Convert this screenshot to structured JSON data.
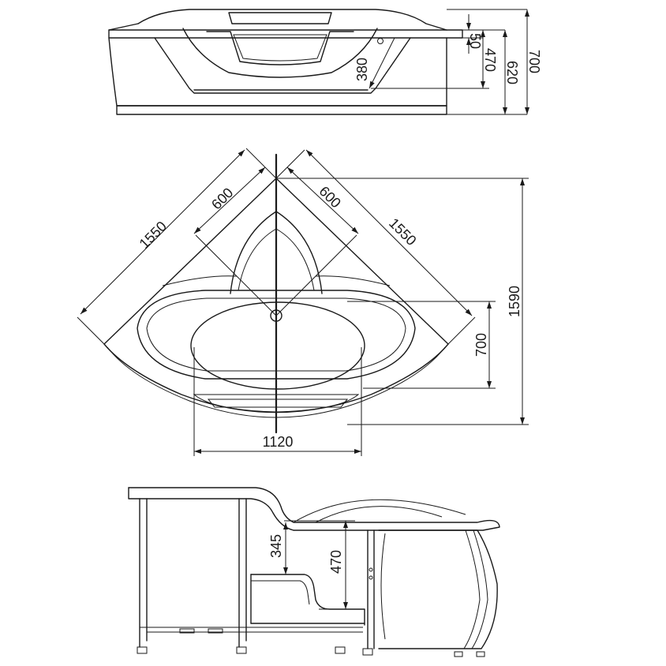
{
  "front_view": {
    "dimensions": {
      "rim_depth": "50",
      "inner_depth": "470",
      "total_height": "620",
      "overall_height": "700",
      "seat_height": "380"
    }
  },
  "top_view": {
    "dimensions": {
      "left_side": "1550",
      "right_side": "1550",
      "left_seat": "600",
      "right_seat": "600",
      "depth": "1590",
      "basin_depth": "700",
      "basin_width": "1120"
    }
  },
  "section_view": {
    "dimensions": {
      "seat_depth": "345",
      "inner_depth": "470"
    }
  }
}
